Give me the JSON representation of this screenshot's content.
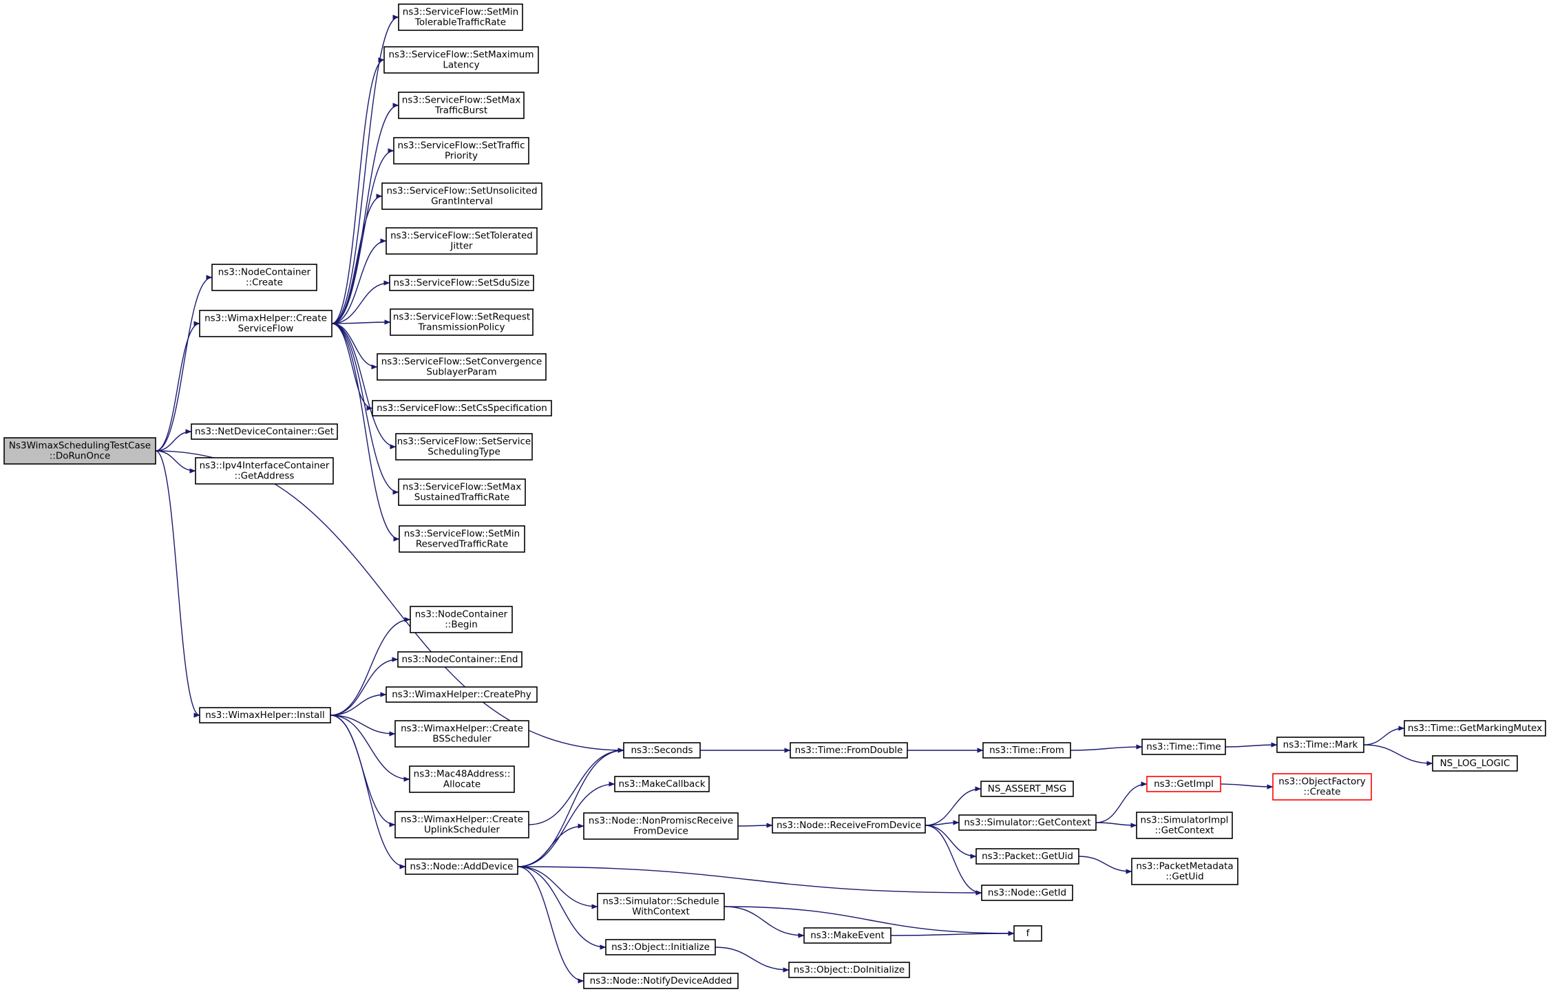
{
  "graph": {
    "edge_color": "#191970",
    "root_fill": "#bfbfbf",
    "nodes": [
      {
        "id": "root",
        "lines": [
          "Ns3WimaxSchedulingTestCase",
          "::DoRunOnce"
        ],
        "style": "root"
      },
      {
        "id": "nc_create",
        "lines": [
          "ns3::NodeContainer",
          "::Create"
        ]
      },
      {
        "id": "wh_csf",
        "lines": [
          "ns3::WimaxHelper::Create",
          "ServiceFlow"
        ]
      },
      {
        "id": "ndc_get",
        "lines": [
          "ns3::NetDeviceContainer::Get"
        ]
      },
      {
        "id": "ipv4_getaddr",
        "lines": [
          "ns3::Ipv4InterfaceContainer",
          "::GetAddress"
        ]
      },
      {
        "id": "wh_install",
        "lines": [
          "ns3::WimaxHelper::Install"
        ]
      },
      {
        "id": "sf_mintol",
        "lines": [
          "ns3::ServiceFlow::SetMin",
          "TolerableTrafficRate"
        ]
      },
      {
        "id": "sf_maxlat",
        "lines": [
          "ns3::ServiceFlow::SetMaximum",
          "Latency"
        ]
      },
      {
        "id": "sf_maxburst",
        "lines": [
          "ns3::ServiceFlow::SetMax",
          "TrafficBurst"
        ]
      },
      {
        "id": "sf_prio",
        "lines": [
          "ns3::ServiceFlow::SetTraffic",
          "Priority"
        ]
      },
      {
        "id": "sf_ugi",
        "lines": [
          "ns3::ServiceFlow::SetUnsolicited",
          "GrantInterval"
        ]
      },
      {
        "id": "sf_jitter",
        "lines": [
          "ns3::ServiceFlow::SetTolerated",
          "Jitter"
        ]
      },
      {
        "id": "sf_sdu",
        "lines": [
          "ns3::ServiceFlow::SetSduSize"
        ]
      },
      {
        "id": "sf_rtp",
        "lines": [
          "ns3::ServiceFlow::SetRequest",
          "TransmissionPolicy"
        ]
      },
      {
        "id": "sf_conv",
        "lines": [
          "ns3::ServiceFlow::SetConvergence",
          "SublayerParam"
        ]
      },
      {
        "id": "sf_csspec",
        "lines": [
          "ns3::ServiceFlow::SetCsSpecification"
        ]
      },
      {
        "id": "sf_sched",
        "lines": [
          "ns3::ServiceFlow::SetService",
          "SchedulingType"
        ]
      },
      {
        "id": "sf_maxsus",
        "lines": [
          "ns3::ServiceFlow::SetMax",
          "SustainedTrafficRate"
        ]
      },
      {
        "id": "sf_minres",
        "lines": [
          "ns3::ServiceFlow::SetMin",
          "ReservedTrafficRate"
        ]
      },
      {
        "id": "nc_begin",
        "lines": [
          "ns3::NodeContainer",
          "::Begin"
        ]
      },
      {
        "id": "nc_end",
        "lines": [
          "ns3::NodeContainer::End"
        ]
      },
      {
        "id": "wh_cphy",
        "lines": [
          "ns3::WimaxHelper::CreatePhy"
        ]
      },
      {
        "id": "wh_cbs",
        "lines": [
          "ns3::WimaxHelper::Create",
          "BSScheduler"
        ]
      },
      {
        "id": "mac48",
        "lines": [
          "ns3::Mac48Address::",
          "Allocate"
        ]
      },
      {
        "id": "wh_cul",
        "lines": [
          "ns3::WimaxHelper::Create",
          "UplinkScheduler"
        ]
      },
      {
        "id": "node_adddev",
        "lines": [
          "ns3::Node::AddDevice"
        ]
      },
      {
        "id": "seconds",
        "lines": [
          "ns3::Seconds"
        ]
      },
      {
        "id": "makecb",
        "lines": [
          "ns3::MakeCallback"
        ]
      },
      {
        "id": "node_npr",
        "lines": [
          "ns3::Node::NonPromiscReceive",
          "FromDevice"
        ]
      },
      {
        "id": "sim_swc",
        "lines": [
          "ns3::Simulator::Schedule",
          "WithContext"
        ]
      },
      {
        "id": "obj_init",
        "lines": [
          "ns3::Object::Initialize"
        ]
      },
      {
        "id": "node_nda",
        "lines": [
          "ns3::Node::NotifyDeviceAdded"
        ]
      },
      {
        "id": "time_fromdouble",
        "lines": [
          "ns3::Time::FromDouble"
        ]
      },
      {
        "id": "node_rfd",
        "lines": [
          "ns3::Node::ReceiveFromDevice"
        ]
      },
      {
        "id": "makeevent",
        "lines": [
          "ns3::MakeEvent"
        ]
      },
      {
        "id": "obj_doinit",
        "lines": [
          "ns3::Object::DoInitialize"
        ]
      },
      {
        "id": "time_from",
        "lines": [
          "ns3::Time::From"
        ]
      },
      {
        "id": "ns_assert",
        "lines": [
          "NS_ASSERT_MSG"
        ]
      },
      {
        "id": "sim_getctx",
        "lines": [
          "ns3::Simulator::GetContext"
        ]
      },
      {
        "id": "pkt_getuid",
        "lines": [
          "ns3::Packet::GetUid"
        ]
      },
      {
        "id": "node_getid",
        "lines": [
          "ns3::Node::GetId"
        ]
      },
      {
        "id": "f",
        "lines": [
          "f"
        ]
      },
      {
        "id": "time_time",
        "lines": [
          "ns3::Time::Time"
        ]
      },
      {
        "id": "getimpl",
        "lines": [
          "ns3::GetImpl"
        ],
        "style": "red"
      },
      {
        "id": "simimpl_getctx",
        "lines": [
          "ns3::SimulatorImpl",
          "::GetContext"
        ]
      },
      {
        "id": "pm_getuid",
        "lines": [
          "ns3::PacketMetadata",
          "::GetUid"
        ]
      },
      {
        "id": "time_mark",
        "lines": [
          "ns3::Time::Mark"
        ]
      },
      {
        "id": "objfactory_create",
        "lines": [
          "ns3::ObjectFactory",
          "::Create"
        ],
        "style": "red"
      },
      {
        "id": "time_gmm",
        "lines": [
          "ns3::Time::GetMarkingMutex"
        ]
      },
      {
        "id": "ns_log_logic",
        "lines": [
          "NS_LOG_LOGIC"
        ]
      }
    ],
    "edges": [
      [
        "root",
        "nc_create"
      ],
      [
        "root",
        "wh_csf"
      ],
      [
        "root",
        "ndc_get"
      ],
      [
        "root",
        "ipv4_getaddr"
      ],
      [
        "root",
        "seconds"
      ],
      [
        "root",
        "wh_install"
      ],
      [
        "wh_csf",
        "sf_mintol"
      ],
      [
        "wh_csf",
        "sf_maxlat"
      ],
      [
        "wh_csf",
        "sf_maxburst"
      ],
      [
        "wh_csf",
        "sf_prio"
      ],
      [
        "wh_csf",
        "sf_ugi"
      ],
      [
        "wh_csf",
        "sf_jitter"
      ],
      [
        "wh_csf",
        "sf_sdu"
      ],
      [
        "wh_csf",
        "sf_rtp"
      ],
      [
        "wh_csf",
        "sf_conv"
      ],
      [
        "wh_csf",
        "sf_csspec"
      ],
      [
        "wh_csf",
        "sf_sched"
      ],
      [
        "wh_csf",
        "sf_maxsus"
      ],
      [
        "wh_csf",
        "sf_minres"
      ],
      [
        "wh_install",
        "nc_begin"
      ],
      [
        "wh_install",
        "nc_end"
      ],
      [
        "wh_install",
        "wh_cphy"
      ],
      [
        "wh_install",
        "wh_cbs"
      ],
      [
        "wh_install",
        "mac48"
      ],
      [
        "wh_install",
        "wh_cul"
      ],
      [
        "wh_install",
        "node_adddev"
      ],
      [
        "wh_cul",
        "seconds"
      ],
      [
        "node_adddev",
        "seconds"
      ],
      [
        "node_adddev",
        "makecb"
      ],
      [
        "node_adddev",
        "node_npr"
      ],
      [
        "node_adddev",
        "node_getid"
      ],
      [
        "node_adddev",
        "sim_swc"
      ],
      [
        "node_adddev",
        "obj_init"
      ],
      [
        "node_adddev",
        "node_nda"
      ],
      [
        "seconds",
        "time_fromdouble"
      ],
      [
        "time_fromdouble",
        "time_from"
      ],
      [
        "time_from",
        "time_time"
      ],
      [
        "time_time",
        "time_mark"
      ],
      [
        "time_mark",
        "time_gmm"
      ],
      [
        "time_mark",
        "ns_log_logic"
      ],
      [
        "node_npr",
        "node_rfd"
      ],
      [
        "node_rfd",
        "ns_assert"
      ],
      [
        "node_rfd",
        "sim_getctx"
      ],
      [
        "node_rfd",
        "pkt_getuid"
      ],
      [
        "node_rfd",
        "node_getid"
      ],
      [
        "sim_getctx",
        "getimpl"
      ],
      [
        "sim_getctx",
        "simimpl_getctx"
      ],
      [
        "getimpl",
        "objfactory_create"
      ],
      [
        "pkt_getuid",
        "pm_getuid"
      ],
      [
        "sim_swc",
        "f"
      ],
      [
        "sim_swc",
        "makeevent"
      ],
      [
        "makeevent",
        "f"
      ],
      [
        "obj_init",
        "obj_doinit"
      ]
    ]
  }
}
